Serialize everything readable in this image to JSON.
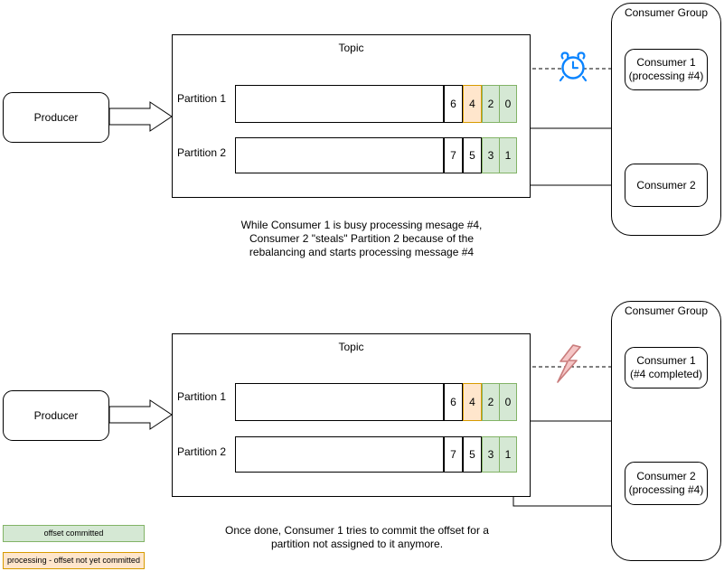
{
  "diagram": {
    "title_topic": "Topic",
    "producer_label": "Producer",
    "consumer_group_label": "Consumer Group"
  },
  "sections": [
    {
      "id": "top",
      "producer": "Producer",
      "topic": "Topic",
      "partitions": [
        {
          "label": "Partition 1",
          "cells": [
            {
              "value": "",
              "state": "empty"
            },
            {
              "value": "6",
              "state": "pending"
            },
            {
              "value": "4",
              "state": "processing"
            },
            {
              "value": "2",
              "state": "committed"
            },
            {
              "value": "0",
              "state": "committed"
            }
          ]
        },
        {
          "label": "Partition 2",
          "cells": [
            {
              "value": "",
              "state": "empty"
            },
            {
              "value": "7",
              "state": "pending"
            },
            {
              "value": "5",
              "state": "pending"
            },
            {
              "value": "3",
              "state": "committed"
            },
            {
              "value": "1",
              "state": "committed"
            }
          ]
        }
      ],
      "consumer_group": {
        "label": "Consumer Group",
        "consumers": [
          {
            "name": "Consumer 1",
            "status": "(processing #4)"
          },
          {
            "name": "Consumer 2",
            "status": ""
          }
        ]
      },
      "status_icon": "alarm-clock-icon",
      "status_icon_color": "#0a84ff",
      "caption": "While Consumer 1 is busy processing mesage #4, Consumer 2 \"steals\" Partition 2 because of the rebalancing and starts processing message #4",
      "caption_lines": [
        "While Consumer 1 is busy processing mesage #4,",
        "Consumer 2 \"steals\" Partition 2 because of the",
        "rebalancing and starts processing message #4"
      ]
    },
    {
      "id": "bottom",
      "producer": "Producer",
      "topic": "Topic",
      "partitions": [
        {
          "label": "Partition 1",
          "cells": [
            {
              "value": "",
              "state": "empty"
            },
            {
              "value": "6",
              "state": "pending"
            },
            {
              "value": "4",
              "state": "processing"
            },
            {
              "value": "2",
              "state": "committed"
            },
            {
              "value": "0",
              "state": "committed"
            }
          ]
        },
        {
          "label": "Partition 2",
          "cells": [
            {
              "value": "",
              "state": "empty"
            },
            {
              "value": "7",
              "state": "pending"
            },
            {
              "value": "5",
              "state": "pending"
            },
            {
              "value": "3",
              "state": "committed"
            },
            {
              "value": "1",
              "state": "committed"
            }
          ]
        }
      ],
      "consumer_group": {
        "label": "Consumer Group",
        "consumers": [
          {
            "name": "Consumer 1",
            "status": "(#4 completed)"
          },
          {
            "name": "Consumer 2",
            "status": "(processing #4)"
          }
        ]
      },
      "status_icon": "lightning-bolt-icon",
      "status_icon_color": "#f5b5b5",
      "caption": "Once done, Consumer 1 tries to commit the offset for a partition not assigned to it anymore.",
      "caption_lines": [
        "Once done, Consumer 1 tries to commit the offset for a",
        "partition not assigned to it anymore."
      ]
    }
  ],
  "legend": [
    {
      "label": "offset committed",
      "color": "#d5e8d4",
      "border": "#82b366"
    },
    {
      "label": "processing - offset not yet committed",
      "color": "#ffe6cc",
      "border": "#d79b00"
    }
  ],
  "colors": {
    "committed_fill": "#d5e8d4",
    "committed_stroke": "#82b366",
    "processing_fill": "#ffe6cc",
    "processing_stroke": "#d79b00",
    "line": "#000000",
    "clock": "#0a84ff",
    "bolt_fill": "#f5c6c6",
    "bolt_stroke": "#c97c7c"
  }
}
